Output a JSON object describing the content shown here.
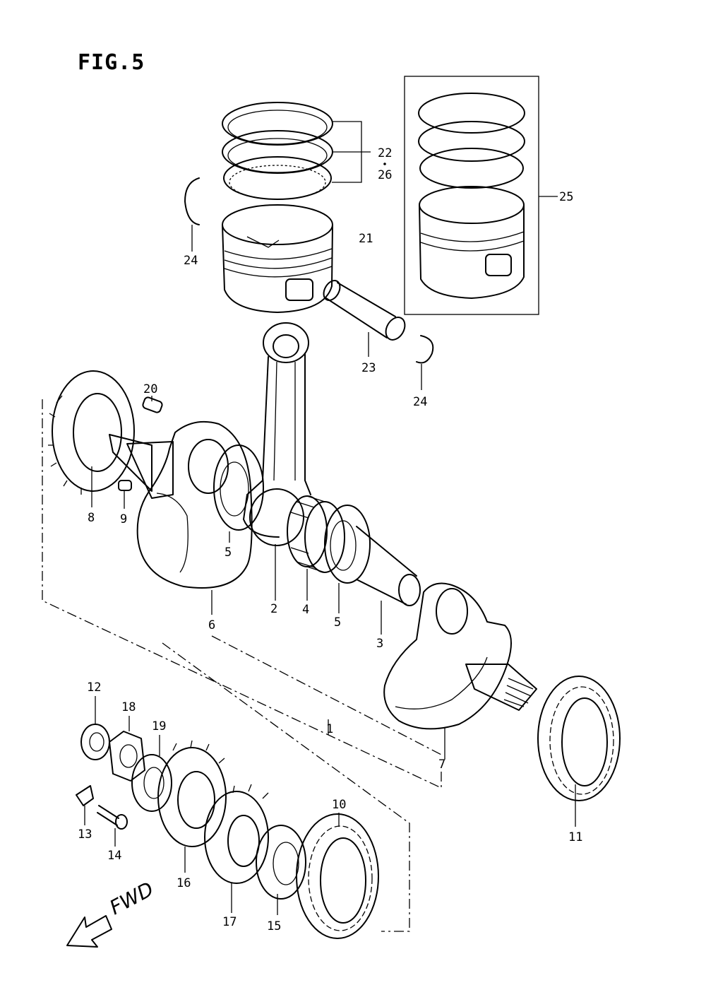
{
  "figure": {
    "title": "FIG.5",
    "direction_label": "FWD"
  },
  "callouts": {
    "c1": "1",
    "c2": "2",
    "c3": "3",
    "c4": "4",
    "c5a": "5",
    "c5b": "5",
    "c6": "6",
    "c7": "7",
    "c8": "8",
    "c9": "9",
    "c10": "10",
    "c11": "11",
    "c12": "12",
    "c13": "13",
    "c14": "14",
    "c15": "15",
    "c16": "16",
    "c17": "17",
    "c18": "18",
    "c19": "19",
    "c20": "20",
    "c21": "21",
    "c22": "22",
    "c26": "26",
    "c23": "23",
    "c24a": "24",
    "c24b": "24",
    "c25": "25"
  }
}
